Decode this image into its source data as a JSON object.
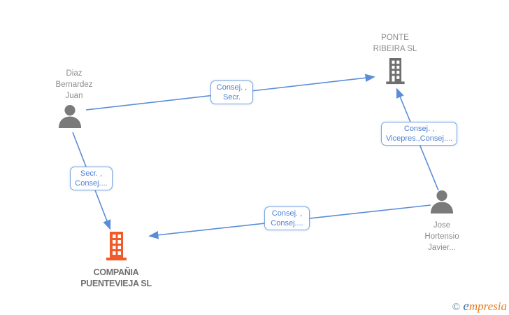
{
  "nodes": {
    "ponte": {
      "type": "company",
      "lines": [
        "PONTE",
        "RIBEIRA SL"
      ]
    },
    "diaz": {
      "type": "person",
      "lines": [
        "Diaz",
        "Bernardez",
        "Juan"
      ]
    },
    "jose": {
      "type": "person",
      "lines": [
        "Jose",
        "Hortensio",
        "Javier..."
      ]
    },
    "compania": {
      "type": "company",
      "lines": [
        "COMPAÑIA",
        "PUENTEVIEJA SL"
      ]
    }
  },
  "edge_labels": {
    "diaz_ponte": {
      "lines": [
        "Consej. ,",
        "Secr."
      ]
    },
    "jose_ponte": {
      "lines": [
        "Consej. ,",
        "Vicepres.,Consej...."
      ]
    },
    "diaz_compania": {
      "lines": [
        "Secr. ,",
        "Consej...."
      ]
    },
    "jose_compania": {
      "lines": [
        "Consej. ,",
        "Consej...."
      ]
    }
  },
  "colors": {
    "edge_blue": "#5b8dd6",
    "box_border": "#7aa6e0",
    "box_text": "#4e7fd0",
    "person_gray": "#7a7a7a",
    "company_gray": "#6e6e6e",
    "company_orange": "#f15b2a",
    "label_gray": "#8c8c8c"
  },
  "watermark": {
    "copyright_symbol": "©",
    "brand_first_letter": "e",
    "brand_rest": "mpresia"
  }
}
